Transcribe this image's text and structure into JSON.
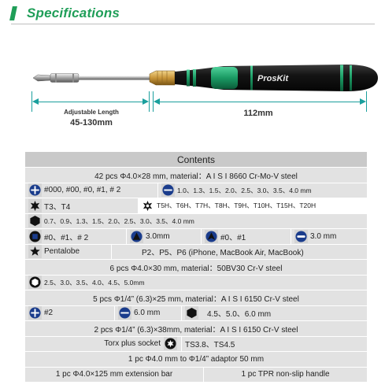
{
  "header": {
    "title": "Specifications"
  },
  "dimensions": {
    "adjustable_label": "Adjustable Length",
    "adjustable_value": "45-130mm",
    "length_value": "112mm"
  },
  "brand": {
    "logo_text": "ProsKit"
  },
  "colors": {
    "accent": "#1f9e58",
    "dimension": "#1a9f9d",
    "header_row": "#c9c9c9",
    "row": "#e2e2e2",
    "icon_bg": "#d4d4d4",
    "icon_blue": "#1a3c8c"
  },
  "table": {
    "heading": "Contents",
    "r1": "42 pcs Φ4.0×28 mm, material：A I S I 8660 Cr-Mo-V steel",
    "r2": {
      "phillips_sizes": "#000, #00, #0, #1, # 2",
      "slotted_sizes": "1.0、1.3、1.5、2.0、2.5、3.0、3.5、4.0 mm"
    },
    "r3": {
      "torx": "T3、T4",
      "torx_tamper": "T5H、T6H、T7H、T8H、T9H、T10H、T15H、T20H"
    },
    "r4": {
      "hex_sizes": "0.7、0.9、1.3、1.5、2.0、2.5、3.0、3.5、4.0 mm"
    },
    "r5": {
      "square": "#0、#1、# 2",
      "tri_wing": "3.0mm",
      "tri_point": "#0、#1",
      "spanner": "3.0 mm"
    },
    "r6": {
      "pentalobe_label": "Pentalobe",
      "pentalobe_sizes": "P2、P5、P6 (iPhone, MacBook Air, MacBook)"
    },
    "r7": "6 pcs Φ4.0×30 mm, material：50BV30 Cr-V steel",
    "r8": {
      "socket_sizes": "2.5、3.0、3.5、4.0、4.5、5.0mm"
    },
    "r9": "5 pcs Φ1/4” (6.3)×25 mm, material：A I S I  6150 Cr-V steel",
    "r10": {
      "phillips": "#2",
      "slotted": "6.0 mm",
      "hex": "4.5、5.0、6.0 mm"
    },
    "r11": "2 pcs Φ1/4” (6.3)×38mm, material：A I S I 6150 Cr-V steel",
    "r12": {
      "label": "Torx plus socket",
      "sizes": "TS3.8、TS4.5"
    },
    "r13": "1 pc Φ4.0 mm to Φ1/4” adaptor 50 mm",
    "r14": {
      "extension": "1 pc Φ4.0×125 mm extension bar",
      "handle": "1 pc TPR non-slip handle"
    }
  }
}
